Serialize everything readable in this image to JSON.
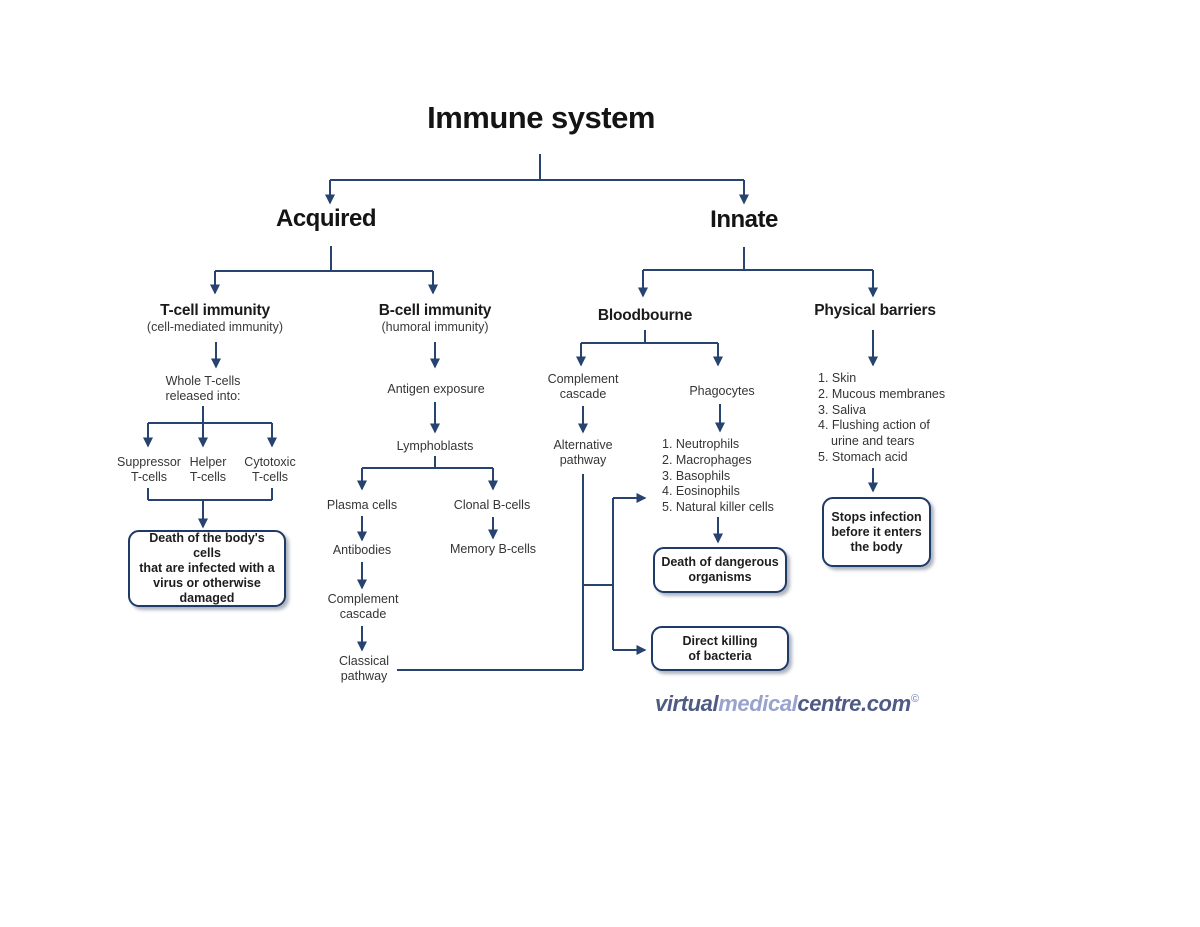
{
  "title": "Immune system",
  "acquired": {
    "label": "Acquired",
    "tcell": {
      "title": "T-cell immunity",
      "subtitle": "(cell-mediated immunity)",
      "whole_tcells": "Whole T-cells\nreleased into:",
      "types": [
        "Suppressor\nT-cells",
        "Helper\nT-cells",
        "Cytotoxic\nT-cells"
      ],
      "outcome": "Death of the body's cells\nthat are infected with a\nvirus or otherwise\ndamaged"
    },
    "bcell": {
      "title": "B-cell immunity",
      "subtitle": "(humoral immunity)",
      "antigen_exposure": "Antigen exposure",
      "lymphoblasts": "Lymphoblasts",
      "plasma_cells": "Plasma cells",
      "clonal_bcells": "Clonal B-cells",
      "antibodies": "Antibodies",
      "memory_bcells": "Memory B-cells",
      "complement_cascade": "Complement\ncascade",
      "classical_pathway": "Classical\npathway"
    }
  },
  "innate": {
    "label": "Innate",
    "bloodbourne": {
      "title": "Bloodbourne",
      "complement_cascade": "Complement\ncascade",
      "alternative_pathway": "Alternative\npathway",
      "phagocytes": "Phagocytes",
      "phagocyte_types": [
        "1. Neutrophils",
        "2. Macrophages",
        "3. Basophils",
        "4. Eosinophils",
        "5. Natural killer cells"
      ],
      "death_outcome": "Death of dangerous\norganisms",
      "direct_killing": "Direct killing\nof bacteria"
    },
    "physical_barriers": {
      "title": "Physical barriers",
      "barrier_lines": [
        "1. Skin",
        "2. Mucous membranes",
        "3. Saliva",
        "4. Flushing action of",
        "urine and tears",
        "5. Stomach acid"
      ],
      "outcome": "Stops infection\nbefore it enters\nthe body"
    }
  },
  "watermark": {
    "part1": "virtual",
    "part2": "medical",
    "part3": "centre.com",
    "symbol": "©"
  },
  "colors": {
    "line": "#27436f",
    "box_border": "#1e3a66",
    "logo_dark": "#4e5b85",
    "logo_light": "#98a3ce"
  }
}
